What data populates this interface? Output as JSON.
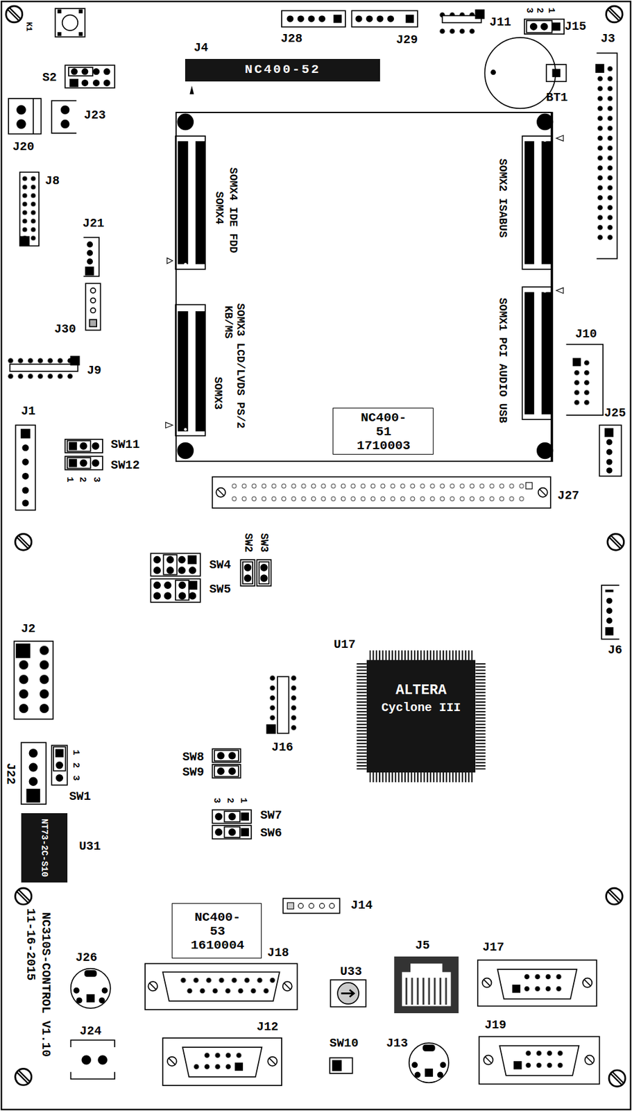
{
  "diagram": {
    "nodes": [
      {
        "text": [
          "NC400-52"
        ]
      },
      {
        "text": [
          "SOMX4 IDE FDD",
          "SOMX4",
          "SOMX3 LCD/LVDS PS/2",
          "KB/MS",
          "SOMX3",
          "SOMX2 ISABUS",
          "SOMX1 PCI AUDIO USB"
        ]
      },
      {
        "text": [
          "NC400-51 1710003"
        ],
        "in": 1
      },
      {
        "text": [
          "ALTERA",
          "Cyclone III"
        ]
      },
      {
        "text": [
          "NT73-2C-S10"
        ]
      },
      {
        "text": [
          "NC400-53 1610004"
        ]
      }
    ],
    "labels": [
      "K1",
      "J28",
      "J29",
      "J11",
      "3",
      "2",
      "1",
      "J15",
      "J3",
      "J4",
      "S2",
      "BT1",
      "J23",
      "J20",
      "J8",
      "J21",
      "J30",
      "J9",
      "J10",
      "J25",
      "J1",
      "SW11",
      "SW12",
      "1",
      "2",
      "3",
      "J27",
      "SW2",
      "SW3",
      "SW4",
      "SW5",
      "J6",
      "J2",
      "U17",
      "J16",
      "SW8",
      "SW9",
      "J22",
      "1",
      "2",
      "3",
      "SW1",
      "3",
      "2",
      "1",
      "SW7",
      "SW6",
      "U31",
      "J14",
      "NC310S-CONTROL V1.10",
      "11-16-2015",
      "J26",
      "J18",
      "U33",
      "J5",
      "J17",
      "J24",
      "J12",
      "SW10",
      "J13",
      "J19"
    ]
  }
}
